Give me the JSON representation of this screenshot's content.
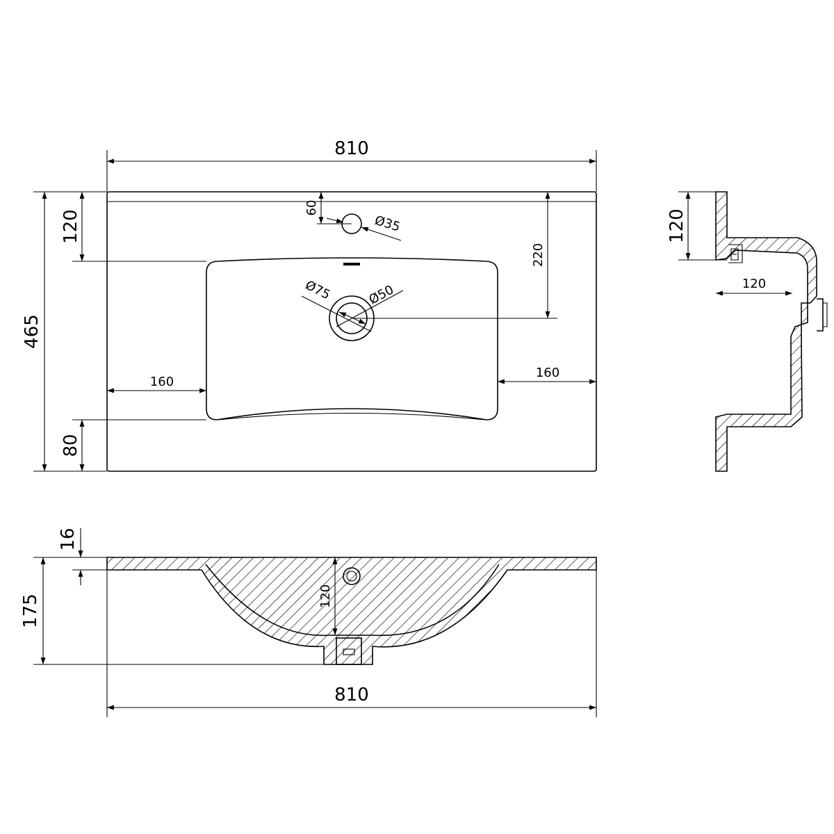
{
  "drawing": {
    "top_view": {
      "width": "810",
      "depth": "465",
      "front_to_bowl": "120",
      "tap_hole_offset": "60",
      "tap_hole_diameter": "Ø35",
      "tap_to_drain": "220",
      "drain_outer_diameter": "Ø75",
      "drain_inner_diameter": "Ø50",
      "left_margin": "160",
      "right_margin": "160",
      "back_margin": "80"
    },
    "side_view": {
      "rim_height": "120",
      "bowl_depth": "120"
    },
    "front_view": {
      "rim_thickness": "16",
      "total_height": "175",
      "bowl_depth": "120",
      "width": "810"
    }
  }
}
